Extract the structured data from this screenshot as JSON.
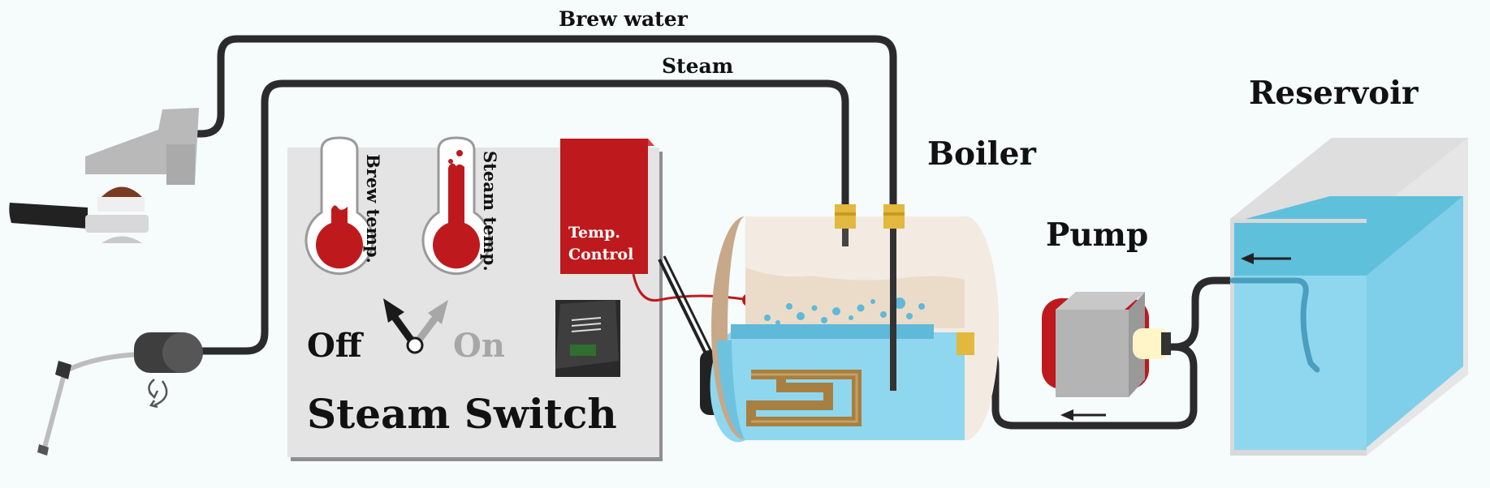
{
  "labels": {
    "brew_water": "Brew water",
    "steam": "Steam",
    "reservoir": "Reservoir",
    "boiler": "Boiler",
    "pump": "Pump",
    "brew_temp": "Brew temp.",
    "steam_temp": "Steam temp.",
    "temp_control_line1": "Temp.",
    "temp_control_line2": "Control",
    "switch_off": "Off",
    "switch_on": "On",
    "steam_switch": "Steam Switch"
  },
  "colors": {
    "pipe": "#2b2b2b",
    "red": "#be1a1d",
    "water": "#8fd7ef",
    "water_dark": "#5fb9d8",
    "boiler_shell": "#e2cdb3",
    "heater": "#a78041",
    "gray_panel": "#e4e4e4",
    "fitting": "#e2b83e"
  },
  "icons": {
    "thermometer": "thermometer-icon",
    "arrow": "flow-arrow-icon",
    "rotate": "rotate-arrows-icon",
    "switch": "rocker-switch-icon"
  }
}
